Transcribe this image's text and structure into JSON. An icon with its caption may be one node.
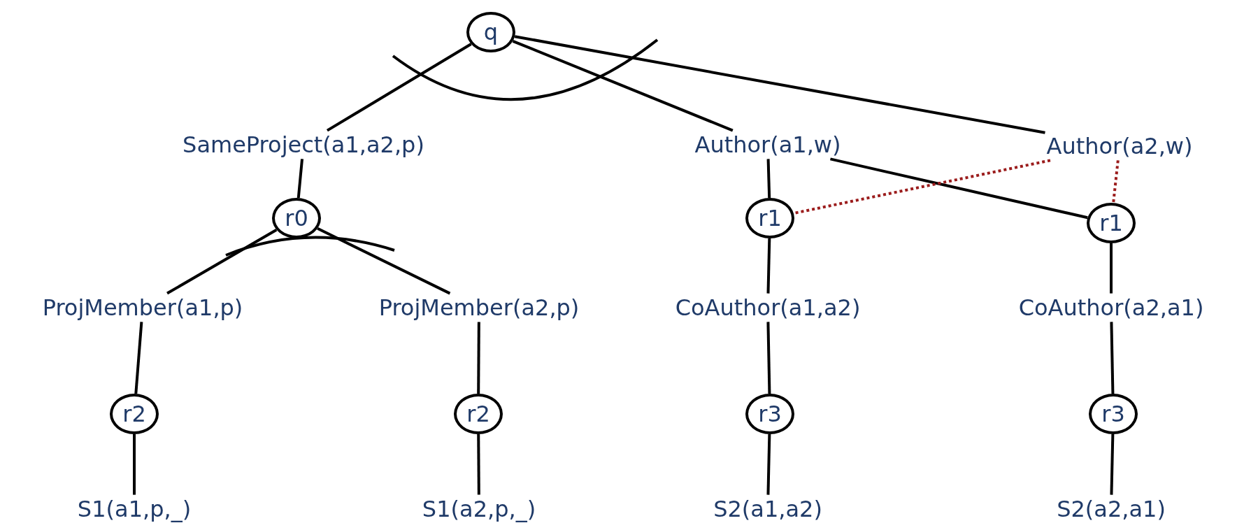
{
  "diagram": {
    "nodes": [
      {
        "text": [
          "q"
        ]
      },
      {
        "text": [
          "SameProject(a1,a2,p)"
        ]
      },
      {
        "text": [
          "Author(a1,w)"
        ]
      },
      {
        "text": [
          "Author(a2,w)"
        ]
      },
      {
        "text": [
          "r0"
        ]
      },
      {
        "text": [
          "r1"
        ]
      },
      {
        "text": [
          "r1"
        ]
      },
      {
        "text": [
          "ProjMember(a1,p)"
        ]
      },
      {
        "text": [
          "ProjMember(a2,p)"
        ]
      },
      {
        "text": [
          "CoAuthor(a1,a2)"
        ]
      },
      {
        "text": [
          "CoAuthor(a2,a1)"
        ]
      },
      {
        "text": [
          "r2"
        ]
      },
      {
        "text": [
          "r2"
        ]
      },
      {
        "text": [
          "r3"
        ]
      },
      {
        "text": [
          "r3"
        ]
      },
      {
        "text": [
          "S1(a1,p,_)"
        ]
      },
      {
        "text": [
          "S1(a2,p,_)"
        ]
      },
      {
        "text": [
          "S2(a1,a2)"
        ]
      },
      {
        "text": [
          "S2(a2,a1)"
        ]
      }
    ],
    "edges": [
      {
        "from": 0,
        "to": 1,
        "arrow": "none"
      },
      {
        "from": 0,
        "to": 2,
        "arrow": "none"
      },
      {
        "from": 0,
        "to": 3,
        "arrow": "none"
      },
      {
        "from": 1,
        "to": 4,
        "arrow": "none"
      },
      {
        "from": 4,
        "to": 7,
        "arrow": "none"
      },
      {
        "from": 4,
        "to": 8,
        "arrow": "none"
      },
      {
        "from": 2,
        "to": 5,
        "arrow": "none"
      },
      {
        "from": 2,
        "to": 6,
        "arrow": "none"
      },
      {
        "from": 3,
        "to": 5,
        "arrow": "none",
        "style": "dashed",
        "color": "#9b1c1c"
      },
      {
        "from": 3,
        "to": 6,
        "arrow": "none",
        "style": "dashed",
        "color": "#9b1c1c"
      },
      {
        "from": 5,
        "to": 9,
        "arrow": "none"
      },
      {
        "from": 6,
        "to": 10,
        "arrow": "none"
      },
      {
        "from": 7,
        "to": 11,
        "arrow": "none"
      },
      {
        "from": 8,
        "to": 12,
        "arrow": "none"
      },
      {
        "from": 9,
        "to": 13,
        "arrow": "none"
      },
      {
        "from": 10,
        "to": 14,
        "arrow": "none"
      },
      {
        "from": 11,
        "to": 15,
        "arrow": "none"
      },
      {
        "from": 12,
        "to": 16,
        "arrow": "none"
      },
      {
        "from": 13,
        "to": 17,
        "arrow": "none"
      },
      {
        "from": 14,
        "to": 18,
        "arrow": "none"
      }
    ]
  }
}
